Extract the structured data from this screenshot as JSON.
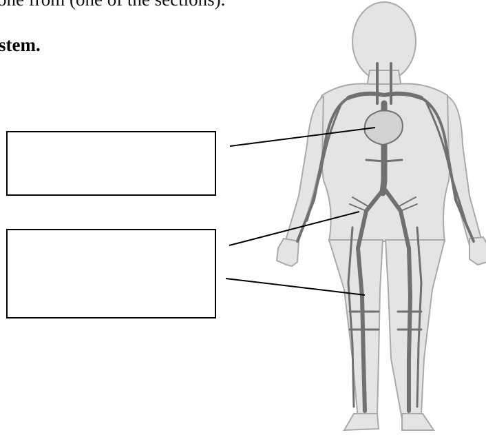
{
  "page": {
    "top_text": "one from (one of the sections).",
    "heading": "stem."
  },
  "answer_boxes": [
    {
      "id": "box-1",
      "value": ""
    },
    {
      "id": "box-2",
      "value": ""
    }
  ],
  "figure": {
    "subject": "human circulatory system (arteries and veins)",
    "colors": {
      "body": "#e3e3e3",
      "outline": "#a8a8a8",
      "vessels": "#6f6f6f",
      "leader": "#000000"
    }
  }
}
